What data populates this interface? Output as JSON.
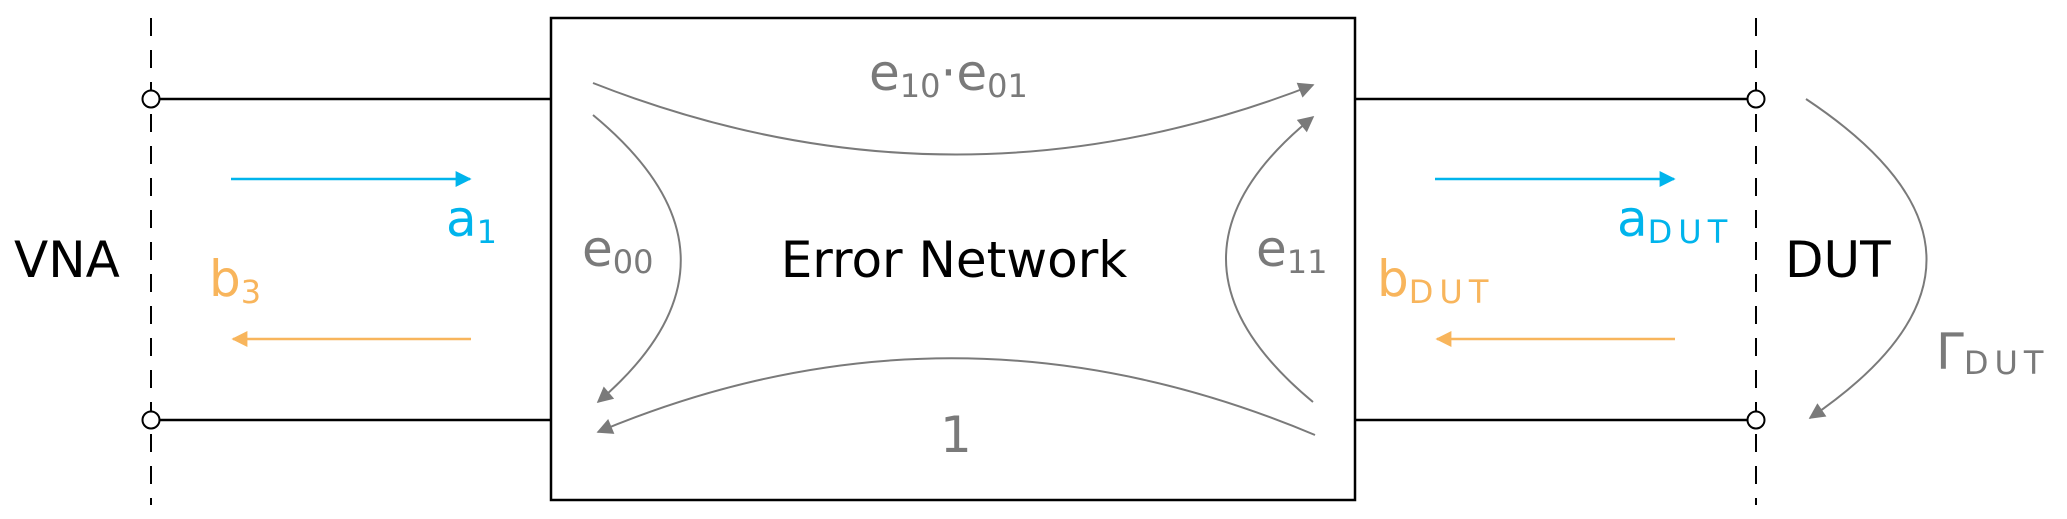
{
  "colors": {
    "wave_a": "#00b4ec",
    "wave_b": "#f8b55c",
    "term": "#7a7a7a",
    "line": "#000000"
  },
  "labels": {
    "vna": "VNA",
    "dut": "DUT",
    "error_network": "Error Network",
    "a1": {
      "base": "a",
      "sub": "1"
    },
    "b3": {
      "base": "b",
      "sub": "3"
    },
    "a_dut": {
      "base": "a",
      "sub": "DUT"
    },
    "b_dut": {
      "base": "b",
      "sub": "DUT"
    },
    "e00": {
      "base": "e",
      "sub": "00"
    },
    "e11": {
      "base": "e",
      "sub": "11"
    },
    "e10e01": {
      "base1": "e",
      "sub1": "10",
      "dot": "·",
      "base2": "e",
      "sub2": "01"
    },
    "one": "1",
    "gamma_dut": {
      "base": "Γ",
      "sub": "DUT"
    }
  }
}
